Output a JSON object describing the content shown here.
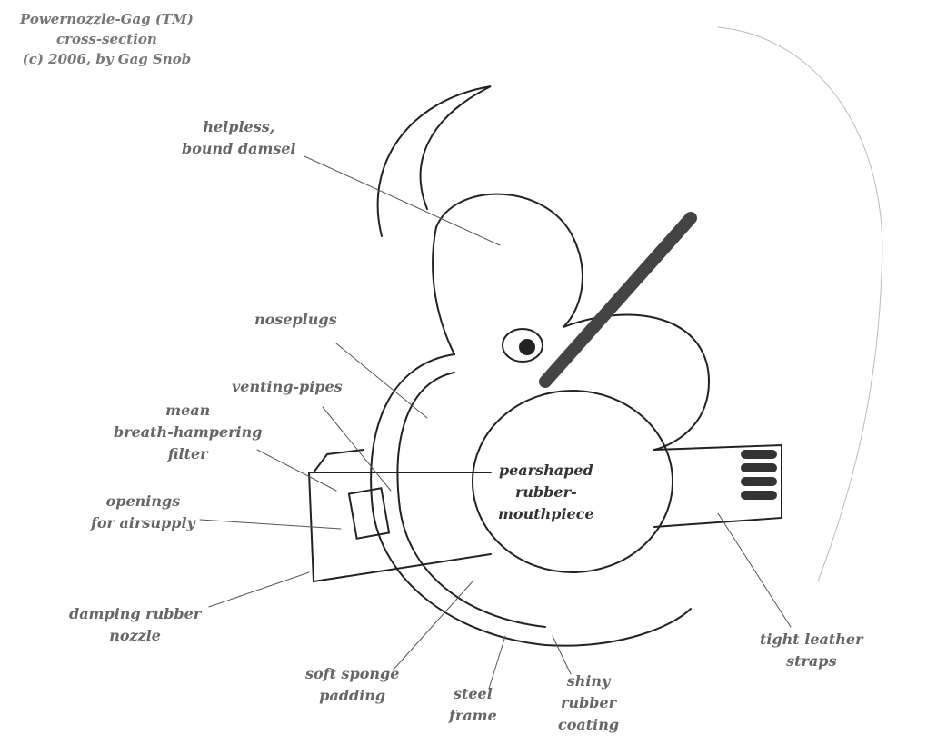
{
  "title": {
    "lines": [
      "Powernozzle-Gag (TM)",
      "cross-section",
      "(c) 2006, by Gag Snob"
    ]
  },
  "labels": {
    "damsel": [
      "helpless,",
      "bound damsel"
    ],
    "noseplugs": [
      "noseplugs"
    ],
    "venting_pipes": [
      "venting-pipes"
    ],
    "filter": [
      "mean",
      "breath-hampering",
      "filter"
    ],
    "openings": [
      "openings",
      "for airsupply"
    ],
    "nozzle": [
      "damping rubber",
      "nozzle"
    ],
    "mouthpiece": [
      "pearshaped",
      "rubber-",
      "mouthpiece"
    ],
    "sponge": [
      "soft sponge",
      "padding"
    ],
    "frame": [
      "steel",
      "frame"
    ],
    "coating": [
      "shiny",
      "rubber",
      "coating"
    ],
    "straps": [
      "tight leather",
      "straps"
    ]
  }
}
